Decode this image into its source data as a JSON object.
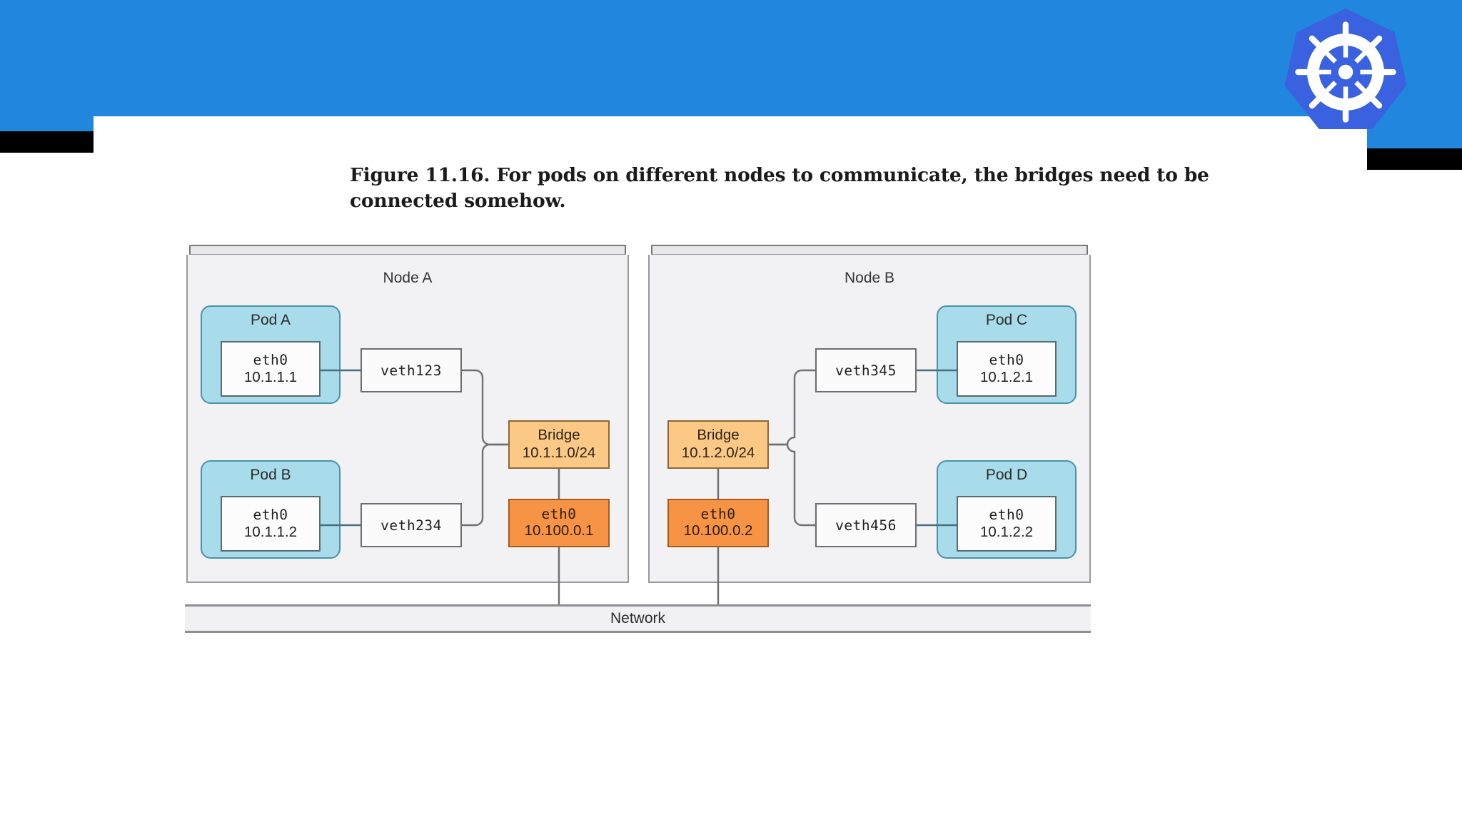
{
  "slide": {
    "theme_color": "#2186dd",
    "accent_black": "#000000",
    "logo": {
      "name": "kubernetes-logo",
      "alt": "Kubernetes helm wheel"
    }
  },
  "caption": {
    "text": "Figure 11.16. For pods on different nodes to communicate, the bridges need to be connected somehow."
  },
  "diagram": {
    "type": "network-topology",
    "network_bar_label": "Network",
    "colors": {
      "pod_fill": "#a9dcea",
      "pod_border": "#4c92a8",
      "bridge_fill": "#fbc885",
      "bridge_border": "#8a6a36",
      "nic_fill": "#f79344",
      "nic_border": "#a35c20",
      "node_fill": "#f2f2f4",
      "node_border": "#9a9a9e"
    },
    "nodes": [
      {
        "label": "Node A",
        "bridge": {
          "title": "Bridge",
          "cidr": "10.1.1.0/24"
        },
        "nic": {
          "iface": "eth0",
          "ip": "10.100.0.1"
        },
        "pods": [
          {
            "label": "Pod A",
            "iface": "eth0",
            "ip": "10.1.1.1",
            "veth": "veth123"
          },
          {
            "label": "Pod B",
            "iface": "eth0",
            "ip": "10.1.1.2",
            "veth": "veth234"
          }
        ]
      },
      {
        "label": "Node B",
        "bridge": {
          "title": "Bridge",
          "cidr": "10.1.2.0/24"
        },
        "nic": {
          "iface": "eth0",
          "ip": "10.100.0.2"
        },
        "pods": [
          {
            "label": "Pod C",
            "iface": "eth0",
            "ip": "10.1.2.1",
            "veth": "veth345"
          },
          {
            "label": "Pod D",
            "iface": "eth0",
            "ip": "10.1.2.2",
            "veth": "veth456"
          }
        ]
      }
    ]
  }
}
